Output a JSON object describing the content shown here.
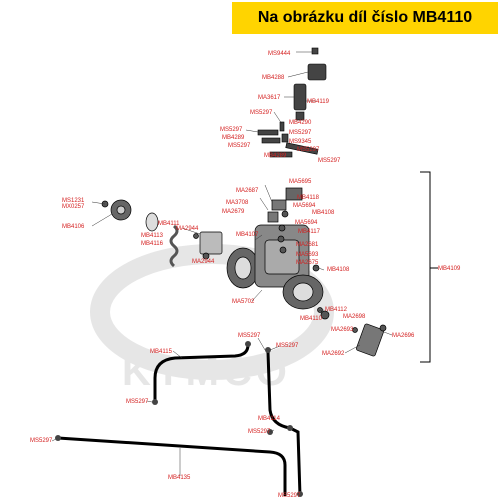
{
  "banner": {
    "text": "Na obrázku díl číslo MB4110",
    "color": "#ffd400"
  },
  "watermark": {
    "text": "KYMCO"
  },
  "colors": {
    "label": "#d42020",
    "line": "#000000",
    "part": "#444444"
  },
  "labels": [
    "MS9444",
    "MB4288",
    "MA3617",
    "MB4119",
    "MS5297",
    "MB4290",
    "MS5297",
    "MS5297",
    "MB4289",
    "MS9345",
    "MS5297",
    "MB4289",
    "MS5297",
    "MA5695",
    "MA2687",
    "MB4118",
    "MA3708",
    "MA5694",
    "MA2679",
    "MB4108",
    "MS1231",
    "MX0257",
    "MB4106",
    "MB4111",
    "MA2944",
    "MB4107",
    "MA5694",
    "MB4117",
    "MB4113",
    "MB4116",
    "MA2681",
    "MA5693",
    "MA2944",
    "MA2675",
    "MB4108",
    "MB4109",
    "MA5702",
    "MB4112",
    "MB4110",
    "MA2698",
    "MA2693",
    "MA2696",
    "MA2692",
    "MS5297",
    "MB4115",
    "MS5297",
    "MS5297",
    "MB4114",
    "MS5297",
    "MS5297",
    "MB4135",
    "MS5297"
  ]
}
